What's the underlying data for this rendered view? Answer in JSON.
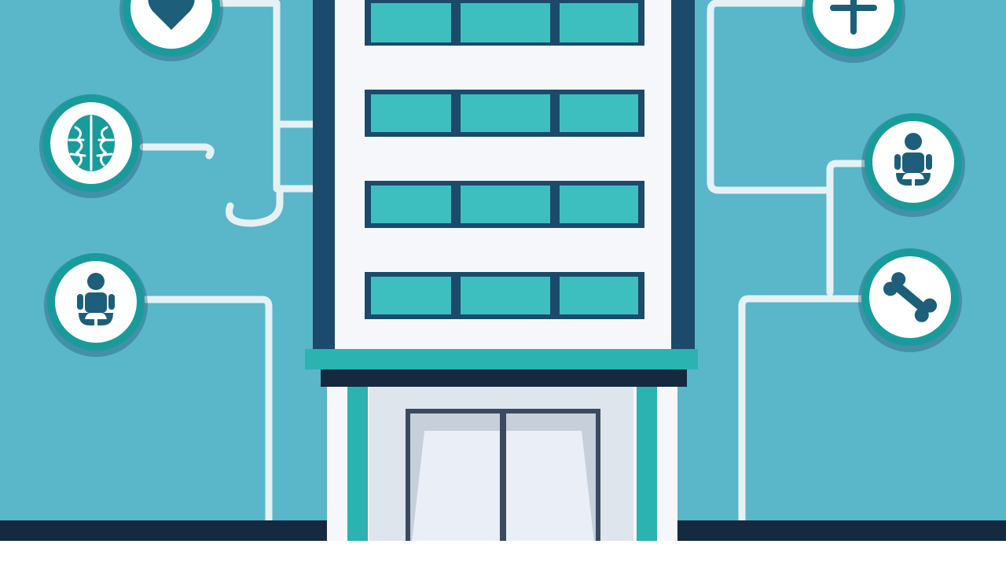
{
  "palette": {
    "sky": "#5ab6c9",
    "building": "#f5f7fa",
    "navy": "#1b4a6b",
    "dark": "#15293f",
    "teal": "#2bb3b1",
    "window_teal": "#3ebfbf",
    "connector": "#e6f1f4",
    "badge_ring": "#1a9b9b",
    "badge_fill": "#ffffff",
    "icon": "#1d5f7a",
    "ground_light": "#ffffff",
    "door_glass": "#e9eef7",
    "door_frame": "#3b4a5e"
  },
  "badges": [
    {
      "name": "heart-icon",
      "side": "left",
      "meaning": "cardiology"
    },
    {
      "name": "brain-icon",
      "side": "left",
      "meaning": "neurology"
    },
    {
      "name": "child-icon",
      "side": "left",
      "meaning": "pediatrics"
    },
    {
      "name": "plus-icon",
      "side": "right",
      "meaning": "medical"
    },
    {
      "name": "child-icon",
      "side": "right",
      "meaning": "pediatrics"
    },
    {
      "name": "bone-icon",
      "side": "right",
      "meaning": "orthopedics"
    }
  ]
}
